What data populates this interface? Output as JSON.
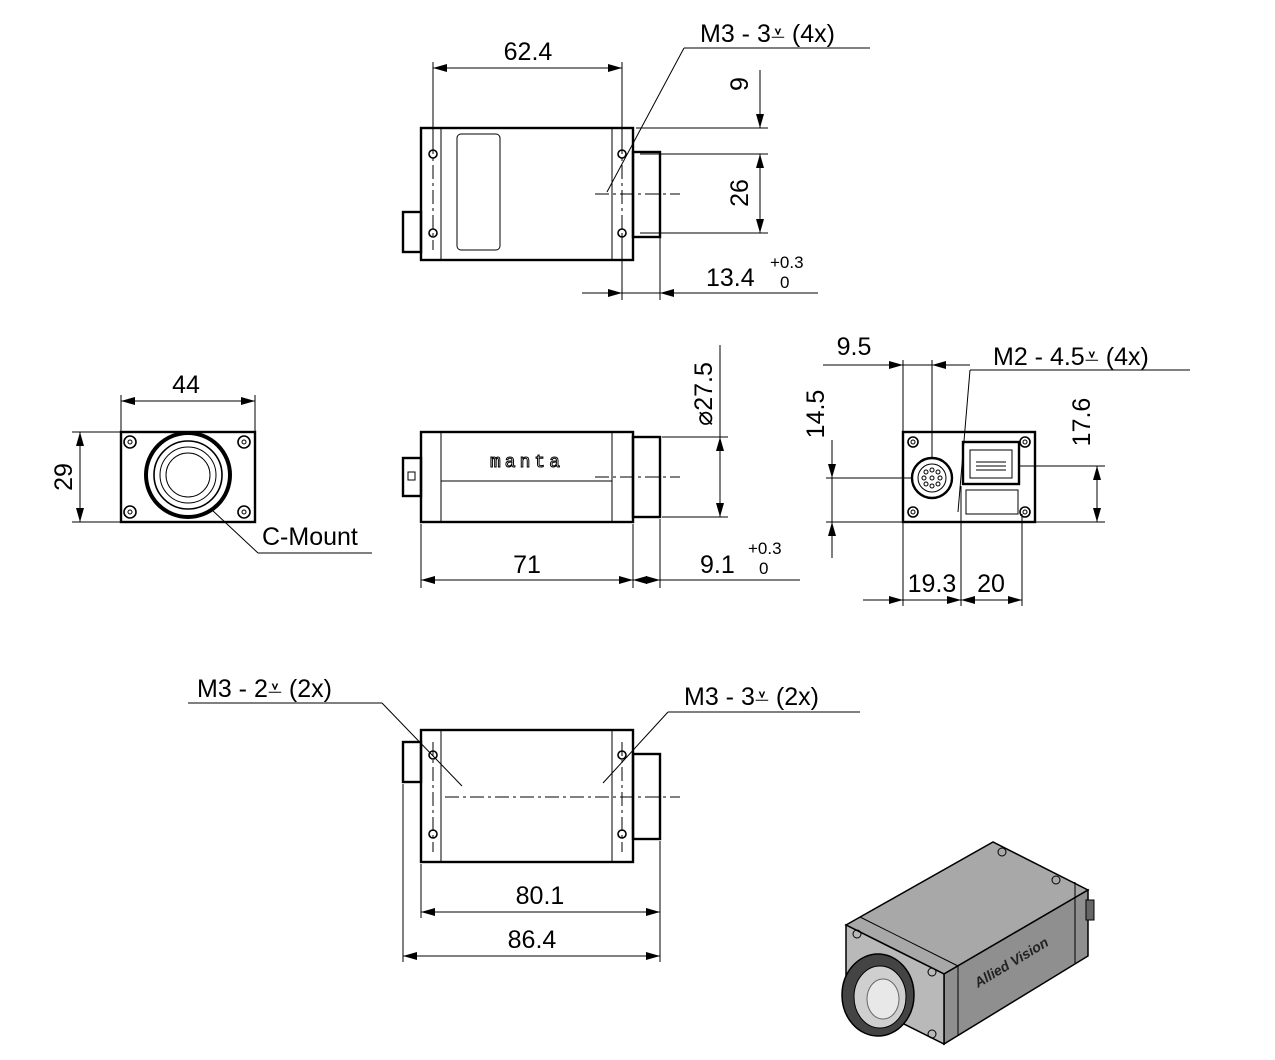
{
  "diagram": {
    "top_view": {
      "width_label": "62.4",
      "hole_label": "M3 - 3",
      "hole_count": "(4x)",
      "offset_label": "9",
      "spacing_label": "26",
      "lens_label": "13.4",
      "lens_tol_plus": "+0.3",
      "lens_tol_minus": "0"
    },
    "front_view": {
      "width_label": "44",
      "height_label": "29",
      "mount_label": "C-Mount"
    },
    "side_view": {
      "brand_label": "manta",
      "diameter_label": "27.5",
      "length_label": "71",
      "lens_label": "9.1",
      "lens_tol_plus": "+0.3",
      "lens_tol_minus": "0"
    },
    "back_view": {
      "hole_offset_label": "9.5",
      "hole_label": "M2 - 4.5",
      "hole_count": "(4x)",
      "height_left_label": "14.5",
      "height_right_label": "17.6",
      "width_a_label": "19.3",
      "width_b_label": "20"
    },
    "bottom_view": {
      "left_hole_label": "M3 - 2",
      "left_hole_count": "(2x)",
      "right_hole_label": "M3 - 3",
      "right_hole_count": "(2x)",
      "length_short_label": "80.1",
      "length_long_label": "86.4"
    },
    "isometric": {
      "logo_text": "Allied Vision"
    }
  }
}
